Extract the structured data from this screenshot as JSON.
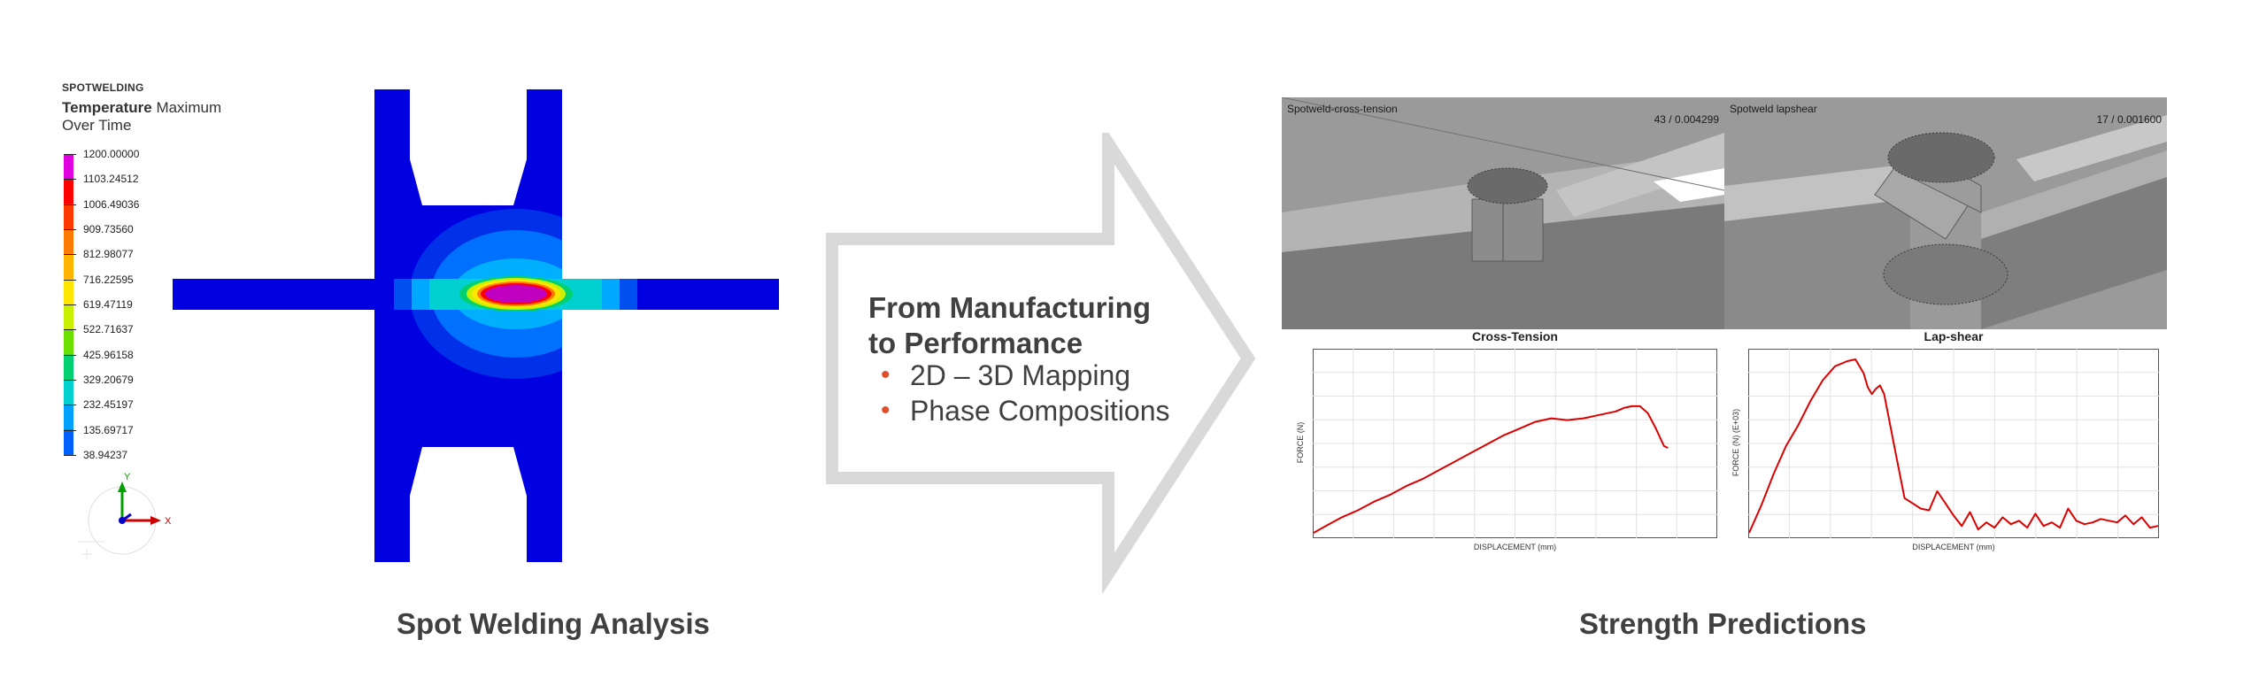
{
  "legend": {
    "brand": "SPOTWELDING",
    "title_bold": "Temperature",
    "title_rest": " Maximum Over Time",
    "values": [
      "1200.00000",
      "1103.24512",
      "1006.49036",
      "909.73560",
      "812.98077",
      "716.22595",
      "619.47119",
      "522.71637",
      "425.96158",
      "329.20679",
      "232.45197",
      "135.69717",
      "38.94237"
    ],
    "colors": [
      "#e000e0",
      "#ff0000",
      "#ff3a00",
      "#ff7a00",
      "#ffb400",
      "#ffe600",
      "#c8f000",
      "#6be000",
      "#00d070",
      "#00d0d0",
      "#00a0ff",
      "#0060ff",
      "#0000e0"
    ]
  },
  "triad": {
    "y_label": "Y",
    "x_label": "X"
  },
  "arrow": {
    "title_line1": "From Manufacturing",
    "title_line2": "to Performance",
    "bullets": [
      "2D – 3D Mapping",
      "Phase Compositions"
    ],
    "bullet_color": "#e0502a"
  },
  "sims": {
    "left_label": "Spotweld-cross-tension",
    "left_step": "43 / 0.004299",
    "right_label": "Spotweld lapshear",
    "right_step": "17 / 0.001600"
  },
  "chart_data": [
    {
      "type": "line",
      "title": "Cross-Tension",
      "xlabel": "DISPLACEMENT (mm)",
      "ylabel": "FORCE (N)",
      "xlim": [
        0,
        1
      ],
      "ylim": [
        0,
        1
      ],
      "series": [
        {
          "color": "#dd0000",
          "x": [
            0.0,
            0.03,
            0.07,
            0.11,
            0.15,
            0.19,
            0.23,
            0.27,
            0.31,
            0.35,
            0.39,
            0.43,
            0.47,
            0.51,
            0.55,
            0.59,
            0.63,
            0.67,
            0.71,
            0.75,
            0.77,
            0.79,
            0.81,
            0.83,
            0.85,
            0.86,
            0.87,
            0.88
          ],
          "y": [
            0.0,
            0.04,
            0.09,
            0.13,
            0.18,
            0.22,
            0.27,
            0.31,
            0.36,
            0.41,
            0.46,
            0.51,
            0.56,
            0.6,
            0.64,
            0.66,
            0.65,
            0.66,
            0.68,
            0.7,
            0.72,
            0.73,
            0.73,
            0.69,
            0.6,
            0.55,
            0.5,
            0.49
          ]
        }
      ]
    },
    {
      "type": "line",
      "title": "Lap-shear",
      "xlabel": "DISPLACEMENT (mm)",
      "ylabel": "FORCE (N) (E+03)",
      "xlim": [
        0,
        1
      ],
      "ylim": [
        0,
        1
      ],
      "series": [
        {
          "color": "#dd0000",
          "x": [
            0.0,
            0.03,
            0.06,
            0.09,
            0.12,
            0.15,
            0.18,
            0.21,
            0.24,
            0.26,
            0.28,
            0.29,
            0.3,
            0.31,
            0.32,
            0.33,
            0.34,
            0.36,
            0.38,
            0.4,
            0.42,
            0.44,
            0.46,
            0.48,
            0.5,
            0.52,
            0.54,
            0.56,
            0.58,
            0.6,
            0.62,
            0.64,
            0.66,
            0.68,
            0.7,
            0.72,
            0.74,
            0.76,
            0.78,
            0.8,
            0.82,
            0.84,
            0.86,
            0.88,
            0.9,
            0.92,
            0.94,
            0.96,
            0.98,
            1.0
          ],
          "y": [
            0.0,
            0.16,
            0.34,
            0.5,
            0.62,
            0.76,
            0.88,
            0.96,
            0.99,
            1.0,
            0.92,
            0.84,
            0.8,
            0.83,
            0.85,
            0.8,
            0.68,
            0.44,
            0.2,
            0.17,
            0.14,
            0.13,
            0.24,
            0.17,
            0.1,
            0.04,
            0.12,
            0.02,
            0.06,
            0.03,
            0.09,
            0.05,
            0.07,
            0.03,
            0.11,
            0.04,
            0.06,
            0.03,
            0.14,
            0.07,
            0.05,
            0.06,
            0.08,
            0.07,
            0.06,
            0.1,
            0.05,
            0.09,
            0.03,
            0.04
          ]
        }
      ]
    }
  ],
  "captions": {
    "left": "Spot Welding Analysis",
    "right": "Strength Predictions"
  }
}
